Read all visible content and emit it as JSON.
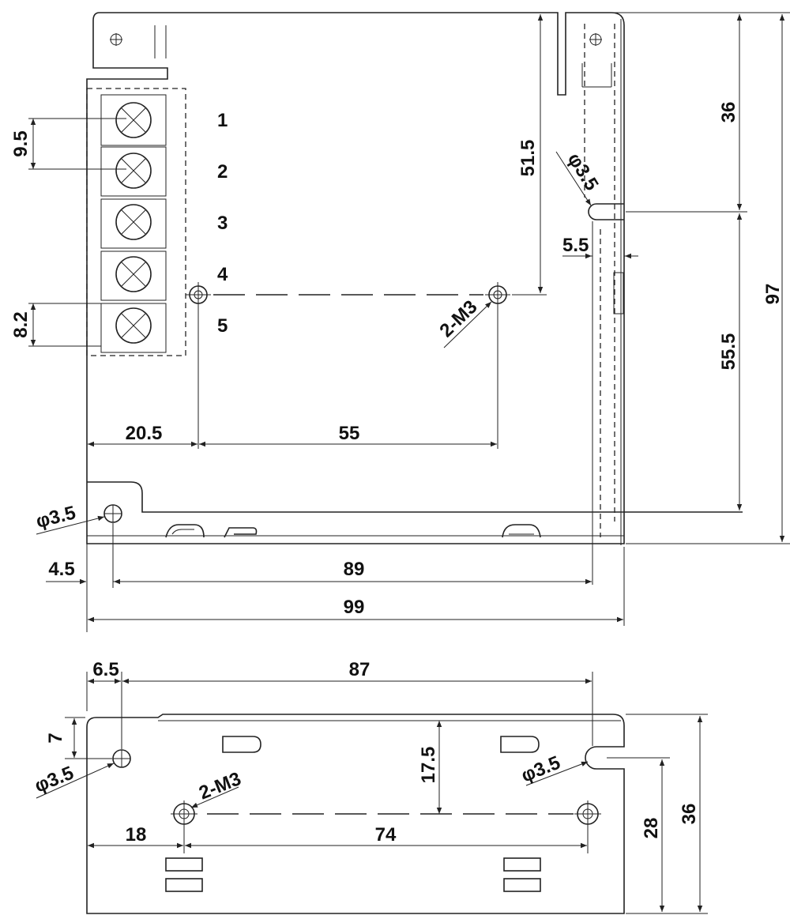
{
  "colors": {
    "line": "#222222",
    "background": "#ffffff"
  },
  "top_view": {
    "terminal_numbers": [
      "1",
      "2",
      "3",
      "4",
      "5"
    ],
    "dims": {
      "pitch": "9.5",
      "terminal_height": "8.2",
      "right_top": "36",
      "right_bottom": "55.5",
      "overall_height": "97",
      "to_mount_hole": "51.5",
      "edge_offset": "5.5",
      "left_offset": "20.5",
      "hole_spacing": "55",
      "bottom_left_offset": "4.5",
      "hole_span": "89",
      "overall_width": "99"
    },
    "callouts": {
      "slot_dia": "φ3.5",
      "screw": "2-M3",
      "hole_dia": "φ3.5"
    }
  },
  "side_view": {
    "dims": {
      "left_offset": "6.5",
      "hole_span": "87",
      "hole_height": "7",
      "screw_height": "17.5",
      "left_screw": "18",
      "screw_spacing": "74",
      "hole_from_bottom": "28",
      "overall_height": "36"
    },
    "callouts": {
      "left_hole": "φ3.5",
      "screw": "2-M3",
      "right_hole": "φ3.5"
    }
  }
}
